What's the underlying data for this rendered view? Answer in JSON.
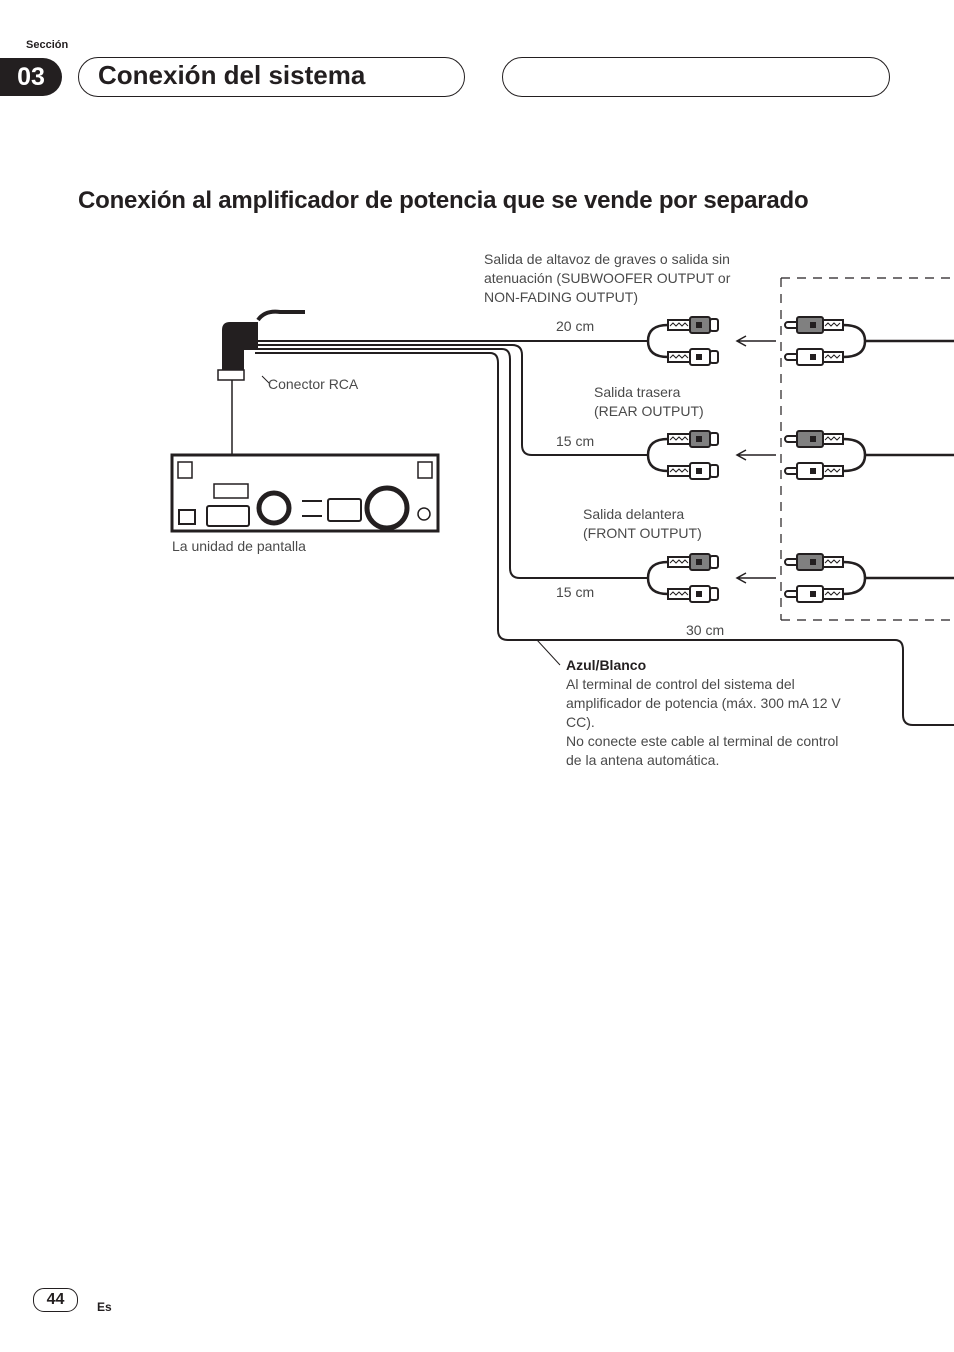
{
  "header": {
    "section_label": "Sección",
    "section_number": "03",
    "section_title": "Conexión del sistema"
  },
  "heading": "Conexión al amplificador de potencia que se vende por separado",
  "diagram": {
    "subwoofer_label": "Salida de altavoz de graves o salida sin atenuación (SUBWOOFER OUTPUT or NON-FADING OUTPUT)",
    "length_sub": "20 cm",
    "rca_connector": "Conector RCA",
    "rear_label": "Salida trasera (REAR OUTPUT)",
    "length_rear": "15 cm",
    "front_label": "Salida delantera (FRONT OUTPUT)",
    "length_front": "15 cm",
    "display_unit": "La unidad de pantalla",
    "length_blue": "30 cm",
    "blue_title": "Azul/Blanco",
    "blue_desc1": "Al terminal de control del sistema del amplificador de potencia (máx. 300 mA 12 V CC).",
    "blue_desc2": "No conecte este cable al terminal de control de la antena automática."
  },
  "footer": {
    "page_number": "44",
    "language": "Es"
  }
}
